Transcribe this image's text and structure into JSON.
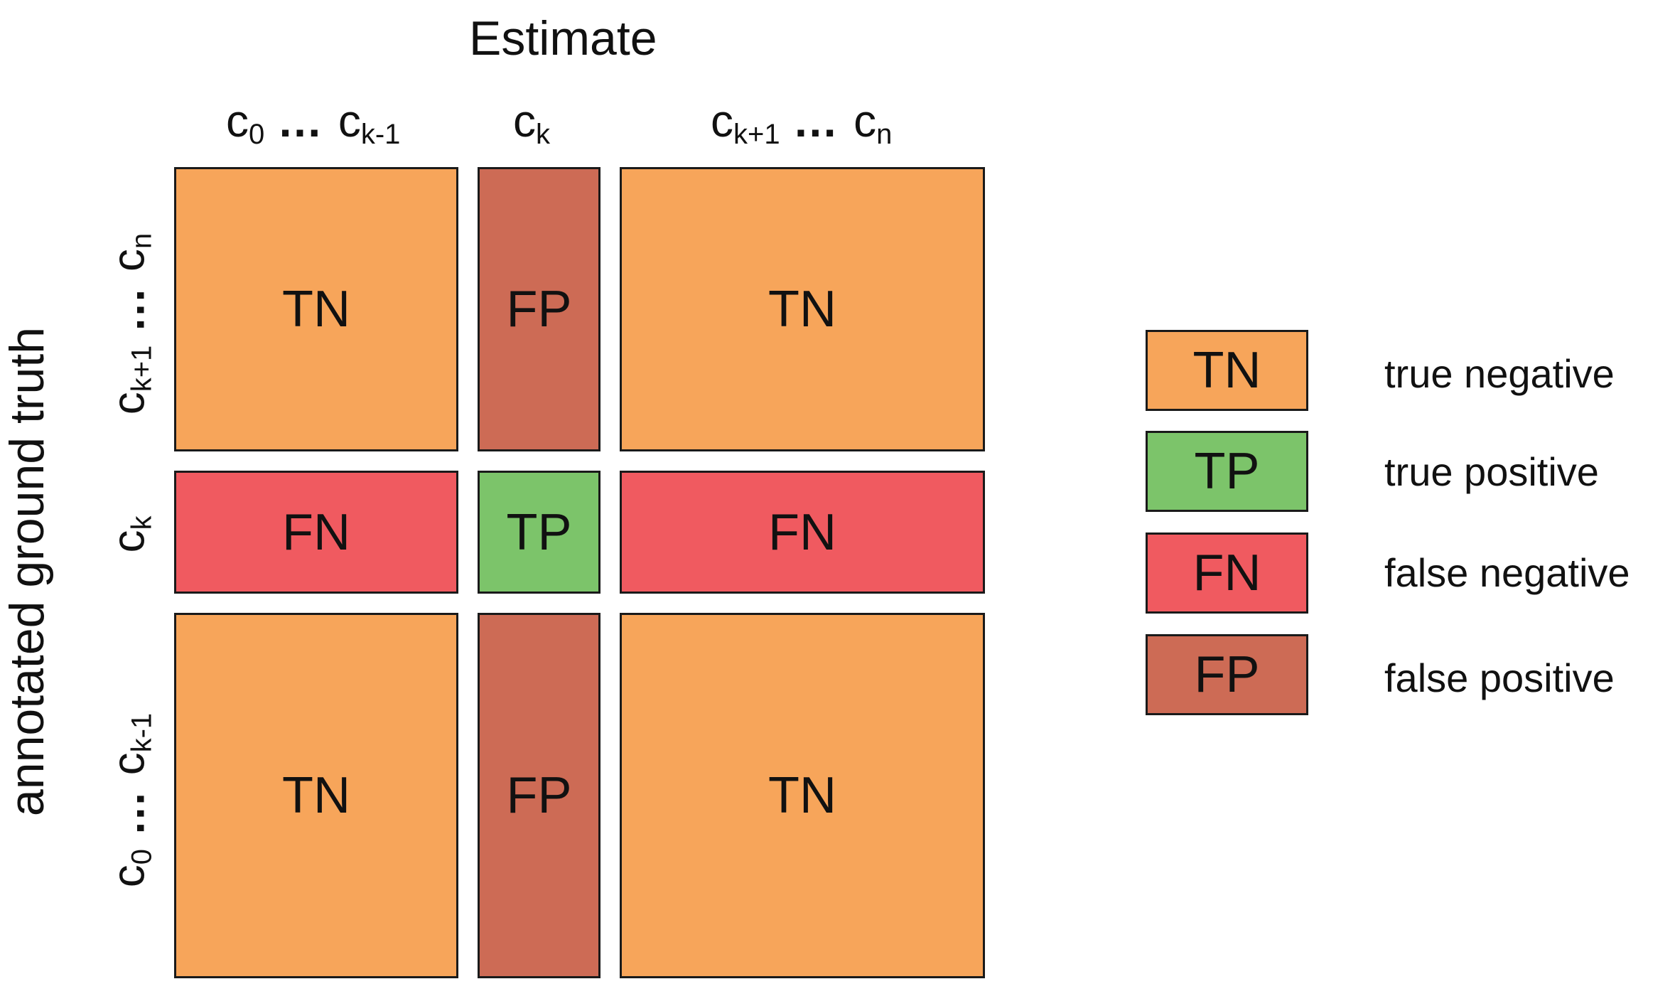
{
  "title": "Estimate",
  "yaxis_label": "annotated ground truth",
  "dots": "…",
  "col_labels": [
    {
      "a": "c",
      "a_sub": "0",
      "b": "c",
      "b_sub": "k-1"
    },
    {
      "a": "c",
      "a_sub": "k"
    },
    {
      "a": "c",
      "a_sub": "k+1",
      "b": "c",
      "b_sub": "n"
    }
  ],
  "row_labels": [
    {
      "a": "c",
      "a_sub": "k+1",
      "b": "c",
      "b_sub": "n"
    },
    {
      "a": "c",
      "a_sub": "k"
    },
    {
      "a": "c",
      "a_sub": "0",
      "b": "c",
      "b_sub": "k-1"
    }
  ],
  "cells": [
    [
      "TN",
      "FP",
      "TN"
    ],
    [
      "FN",
      "TP",
      "FN"
    ],
    [
      "TN",
      "FP",
      "TN"
    ]
  ],
  "colors": {
    "TN": "#f7a55a",
    "TP": "#7cc46a",
    "FN": "#f05a60",
    "FP": "#cd6b55"
  },
  "legend": [
    {
      "code": "TN",
      "label": "true negative"
    },
    {
      "code": "TP",
      "label": "true positive"
    },
    {
      "code": "FN",
      "label": "false negative"
    },
    {
      "code": "FP",
      "label": "false positive"
    }
  ]
}
